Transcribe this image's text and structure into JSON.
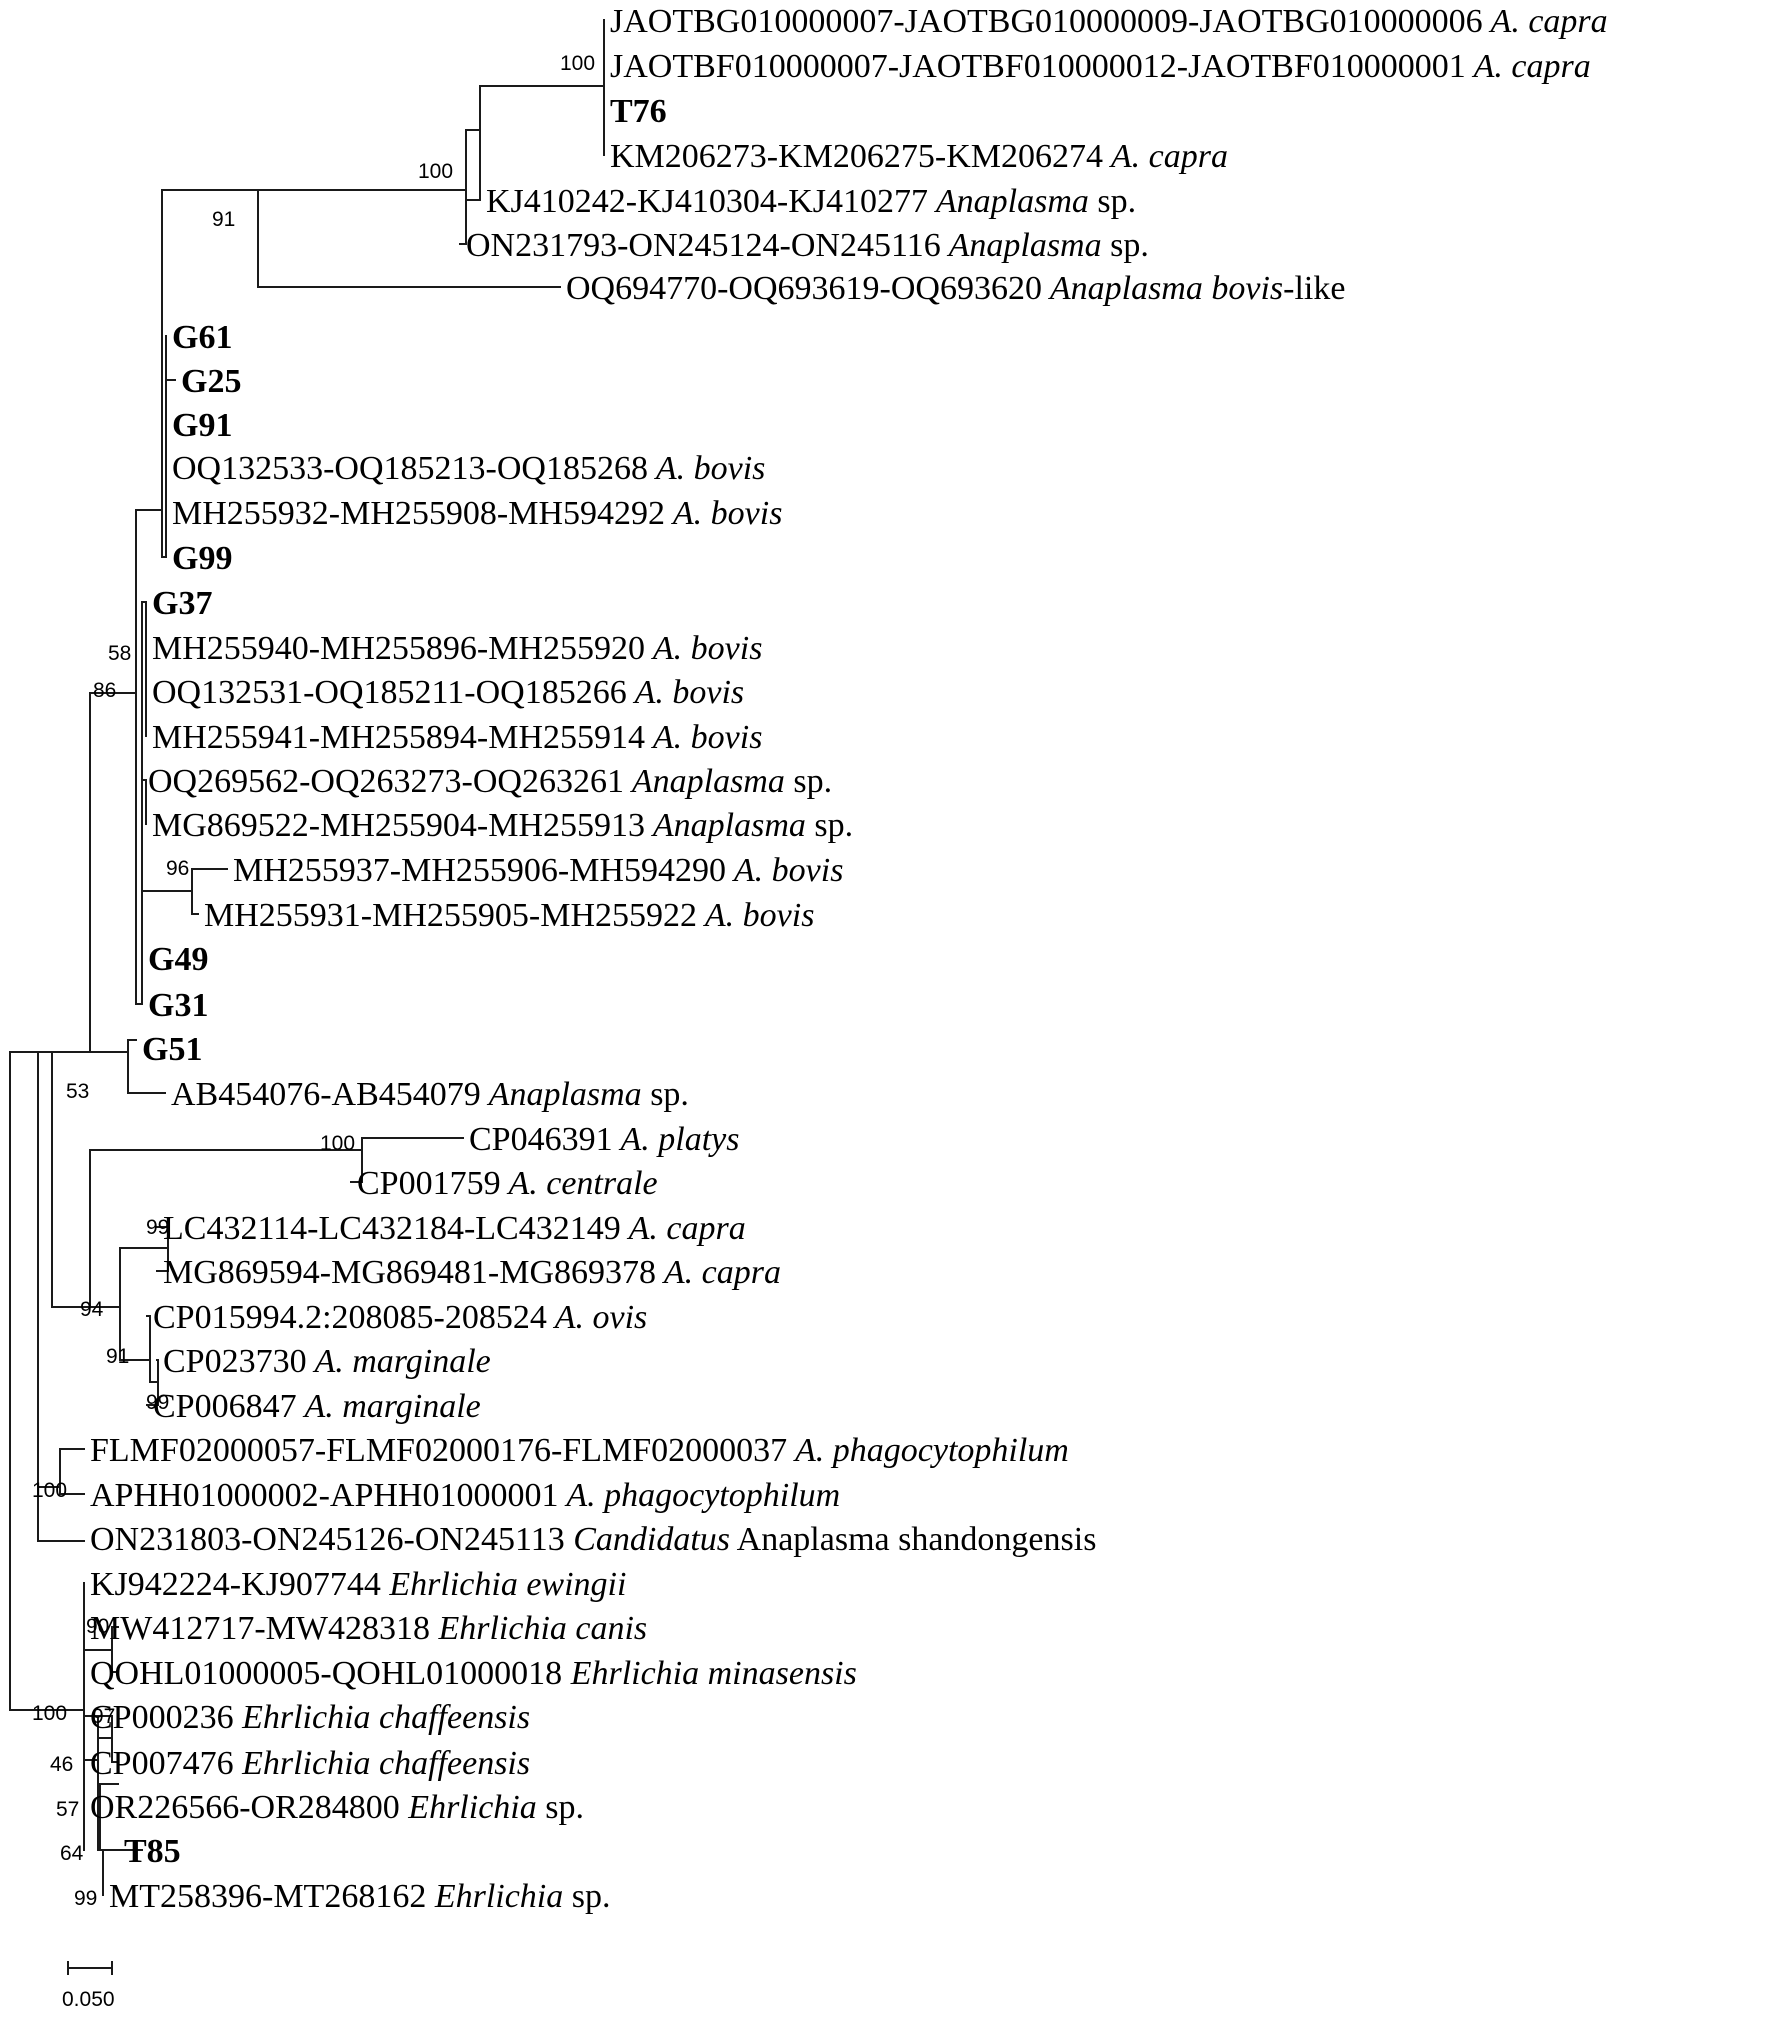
{
  "tree": {
    "leaves": [
      {
        "acc": "JAOTBG010000007-JAOTBG010000009-JAOTBG010000006",
        "species": "A. capra",
        "suffix": "",
        "bold": false
      },
      {
        "acc": "JAOTBF010000007-JAOTBF010000012-JAOTBF010000001",
        "species": "A. capra",
        "suffix": "",
        "bold": false
      },
      {
        "acc": "T76",
        "species": "",
        "suffix": "",
        "bold": true
      },
      {
        "acc": "KM206273-KM206275-KM206274",
        "species": "A. capra",
        "suffix": "",
        "bold": false
      },
      {
        "acc": "KJ410242-KJ410304-KJ410277",
        "species": "Anaplasma",
        "suffix": "sp.",
        "bold": false
      },
      {
        "acc": "ON231793-ON245124-ON245116",
        "species": "Anaplasma",
        "suffix": "sp.",
        "bold": false
      },
      {
        "acc": "OQ694770-OQ693619-OQ693620",
        "species": "Anaplasma bovis",
        "suffix": "-like",
        "bold": false
      },
      {
        "acc": "G61",
        "species": "",
        "suffix": "",
        "bold": true
      },
      {
        "acc": "G25",
        "species": "",
        "suffix": "",
        "bold": true
      },
      {
        "acc": "G91",
        "species": "",
        "suffix": "",
        "bold": true
      },
      {
        "acc": "OQ132533-OQ185213-OQ185268",
        "species": "A. bovis",
        "suffix": "",
        "bold": false
      },
      {
        "acc": "MH255932-MH255908-MH594292",
        "species": "A. bovis",
        "suffix": "",
        "bold": false
      },
      {
        "acc": "G99",
        "species": "",
        "suffix": "",
        "bold": true
      },
      {
        "acc": "G37",
        "species": "",
        "suffix": "",
        "bold": true
      },
      {
        "acc": "MH255940-MH255896-MH255920",
        "species": "A. bovis",
        "suffix": "",
        "bold": false
      },
      {
        "acc": "OQ132531-OQ185211-OQ185266",
        "species": "A. bovis",
        "suffix": "",
        "bold": false
      },
      {
        "acc": "MH255941-MH255894-MH255914",
        "species": "A. bovis",
        "suffix": "",
        "bold": false
      },
      {
        "acc": "OQ269562-OQ263273-OQ263261",
        "species": "Anaplasma",
        "suffix": "sp.",
        "bold": false
      },
      {
        "acc": "MG869522-MH255904-MH255913",
        "species": "Anaplasma",
        "suffix": "sp.",
        "bold": false
      },
      {
        "acc": "MH255937-MH255906-MH594290",
        "species": "A. bovis",
        "suffix": "",
        "bold": false
      },
      {
        "acc": "MH255931-MH255905-MH255922",
        "species": "A. bovis",
        "suffix": "",
        "bold": false
      },
      {
        "acc": "G49",
        "species": "",
        "suffix": "",
        "bold": true
      },
      {
        "acc": "G31",
        "species": "",
        "suffix": "",
        "bold": true
      },
      {
        "acc": "G51",
        "species": "",
        "suffix": "",
        "bold": true
      },
      {
        "acc": "AB454076-AB454079",
        "species": "Anaplasma",
        "suffix": "sp.",
        "bold": false
      },
      {
        "acc": "CP046391",
        "species": "A. platys",
        "suffix": "",
        "bold": false
      },
      {
        "acc": "CP001759",
        "species": "A. centrale",
        "suffix": "",
        "bold": false
      },
      {
        "acc": "LC432114-LC432184-LC432149",
        "species": "A. capra",
        "suffix": "",
        "bold": false
      },
      {
        "acc": "MG869594-MG869481-MG869378",
        "species": "A. capra",
        "suffix": "",
        "bold": false
      },
      {
        "acc": "CP015994.2:208085-208524",
        "species": "A. ovis",
        "suffix": "",
        "bold": false
      },
      {
        "acc": "CP023730",
        "species": "A. marginale",
        "suffix": "",
        "bold": false
      },
      {
        "acc": "CP006847",
        "species": "A. marginale",
        "suffix": "",
        "bold": false
      },
      {
        "acc": "FLMF02000057-FLMF02000176-FLMF02000037",
        "species": "A. phagocytophilum",
        "suffix": "",
        "bold": false
      },
      {
        "acc": "APHH01000002-APHH01000001",
        "species": "A. phagocytophilum",
        "suffix": "",
        "bold": false
      },
      {
        "acc": "ON231803-ON245126-ON245113",
        "species": "Candidatus",
        "suffix": "Anaplasma shandongensis",
        "bold": false
      },
      {
        "acc": "KJ942224-KJ907744",
        "species": "Ehrlichia ewingii",
        "suffix": "",
        "bold": false
      },
      {
        "acc": "MW412717-MW428318",
        "species": "Ehrlichia canis",
        "suffix": "",
        "bold": false
      },
      {
        "acc": "QOHL01000005-QOHL01000018",
        "species": "Ehrlichia minasensis",
        "suffix": "",
        "bold": false
      },
      {
        "acc": "CP000236",
        "species": "Ehrlichia chaffeensis",
        "suffix": "",
        "bold": false
      },
      {
        "acc": "CP007476",
        "species": "Ehrlichia chaffeensis",
        "suffix": "",
        "bold": false
      },
      {
        "acc": "OR226566-OR284800",
        "species": "Ehrlichia",
        "suffix": "sp.",
        "bold": false
      },
      {
        "acc": "T85",
        "species": "",
        "suffix": "",
        "bold": true
      },
      {
        "acc": "MT258396-MT268162",
        "species": "Ehrlichia",
        "suffix": "sp.",
        "bold": false
      }
    ],
    "support_values": [
      "100",
      "100",
      "91",
      "58",
      "86",
      "96",
      "53",
      "100",
      "99",
      "94",
      "91",
      "99",
      "100",
      "90",
      "100",
      "97",
      "46",
      "57",
      "64",
      "99"
    ],
    "scale_bar": {
      "value": 0.05,
      "label": "0.050"
    }
  }
}
